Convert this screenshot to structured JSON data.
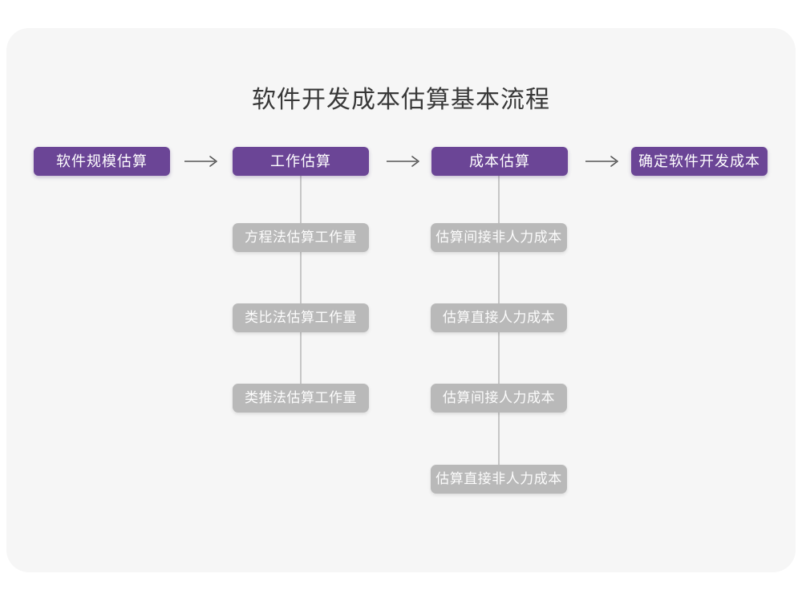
{
  "title": "软件开发成本估算基本流程",
  "colors": {
    "primary": "#6b4596",
    "sub_box": "#b9b9b9",
    "panel_bg": "#f6f6f6",
    "connector": "#c6c6c6",
    "arrow": "#555555",
    "title_color": "#383838"
  },
  "flow": {
    "main_nodes": [
      {
        "label": "软件规模估算"
      },
      {
        "label": "工作估算"
      },
      {
        "label": "成本估算"
      },
      {
        "label": "确定软件开发成本"
      }
    ],
    "work_estimation_methods": [
      {
        "label": "方程法估算工作量"
      },
      {
        "label": "类比法估算工作量"
      },
      {
        "label": "类推法估算工作量"
      }
    ],
    "cost_estimation_steps": [
      {
        "label": "估算间接非人力成本"
      },
      {
        "label": "估算直接人力成本"
      },
      {
        "label": "估算间接人力成本"
      },
      {
        "label": "估算直接非人力成本"
      }
    ]
  }
}
